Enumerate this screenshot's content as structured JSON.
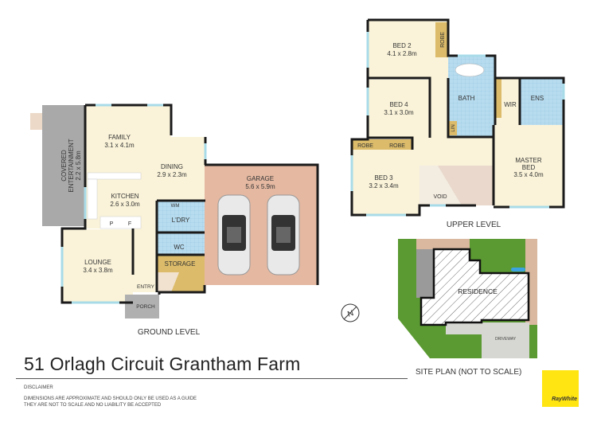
{
  "address": "51 Orlagh Circuit Grantham Farm",
  "disclaimer": {
    "heading": "DISCLAIMER",
    "line1": "DIMENSIONS ARE APPROXIMATE AND SHOULD ONLY BE USED AS A GUIDE",
    "line2": "THEY ARE NOT TO SCALE AND NO LIABILITY BE ACCEPTED"
  },
  "ground_level": {
    "label": "GROUND LEVEL",
    "rooms": {
      "covered_entertainment": {
        "name1": "COVERED",
        "name2": "ENTERTAINMENT",
        "size": "2.2 x 5.8m"
      },
      "family": {
        "name": "FAMILY",
        "size": "3.1 x 4.1m"
      },
      "dining": {
        "name": "DINING",
        "size": "2.9 x 2.3m"
      },
      "kitchen": {
        "name": "KITCHEN",
        "size": "2.6 x 3.0m"
      },
      "garage": {
        "name": "GARAGE",
        "size": "5.6 x 5.9m"
      },
      "lounge": {
        "name": "LOUNGE",
        "size": "3.4 x 3.8m"
      },
      "laundry": {
        "name": "L'DRY"
      },
      "wm": {
        "name": "WM"
      },
      "wc": {
        "name": "WC"
      },
      "storage": {
        "name": "STORAGE"
      },
      "entry": {
        "name": "ENTRY"
      },
      "porch": {
        "name": "PORCH"
      },
      "pantry": {
        "name": "P"
      },
      "fridge": {
        "name": "F"
      }
    }
  },
  "upper_level": {
    "label": "UPPER LEVEL",
    "rooms": {
      "bed2": {
        "name": "BED 2",
        "size": "4.1 x 2.8m"
      },
      "bed4": {
        "name": "BED 4",
        "size": "3.1 x 3.0m"
      },
      "bed3": {
        "name": "BED 3",
        "size": "3.2 x 3.4m"
      },
      "master": {
        "name1": "MASTER",
        "name2": "BED",
        "size": "3.5 x 4.0m"
      },
      "bath": {
        "name": "BATH"
      },
      "wir": {
        "name": "WIR"
      },
      "ens": {
        "name": "ENS"
      },
      "lin": {
        "name": "LIN"
      },
      "robe": {
        "name": "ROBE"
      },
      "void": {
        "name": "VOID"
      }
    }
  },
  "site_plan": {
    "label": "SITE PLAN (NOT TO SCALE)",
    "residence": "RESIDENCE",
    "driveway": "DRIVEWAY"
  },
  "north_arrow": {
    "letter": "N"
  },
  "logo": "RayWhite",
  "colors": {
    "room": "#faf3d9",
    "wet": "#b8dcef",
    "robe": "#dcbc6a",
    "garage": "#e4b8a1",
    "covered": "#a9a9a9",
    "wall": "#1a1a1a",
    "window": "#a8dbe8",
    "grass": "#5b9a32",
    "brand": "#ffe512"
  }
}
